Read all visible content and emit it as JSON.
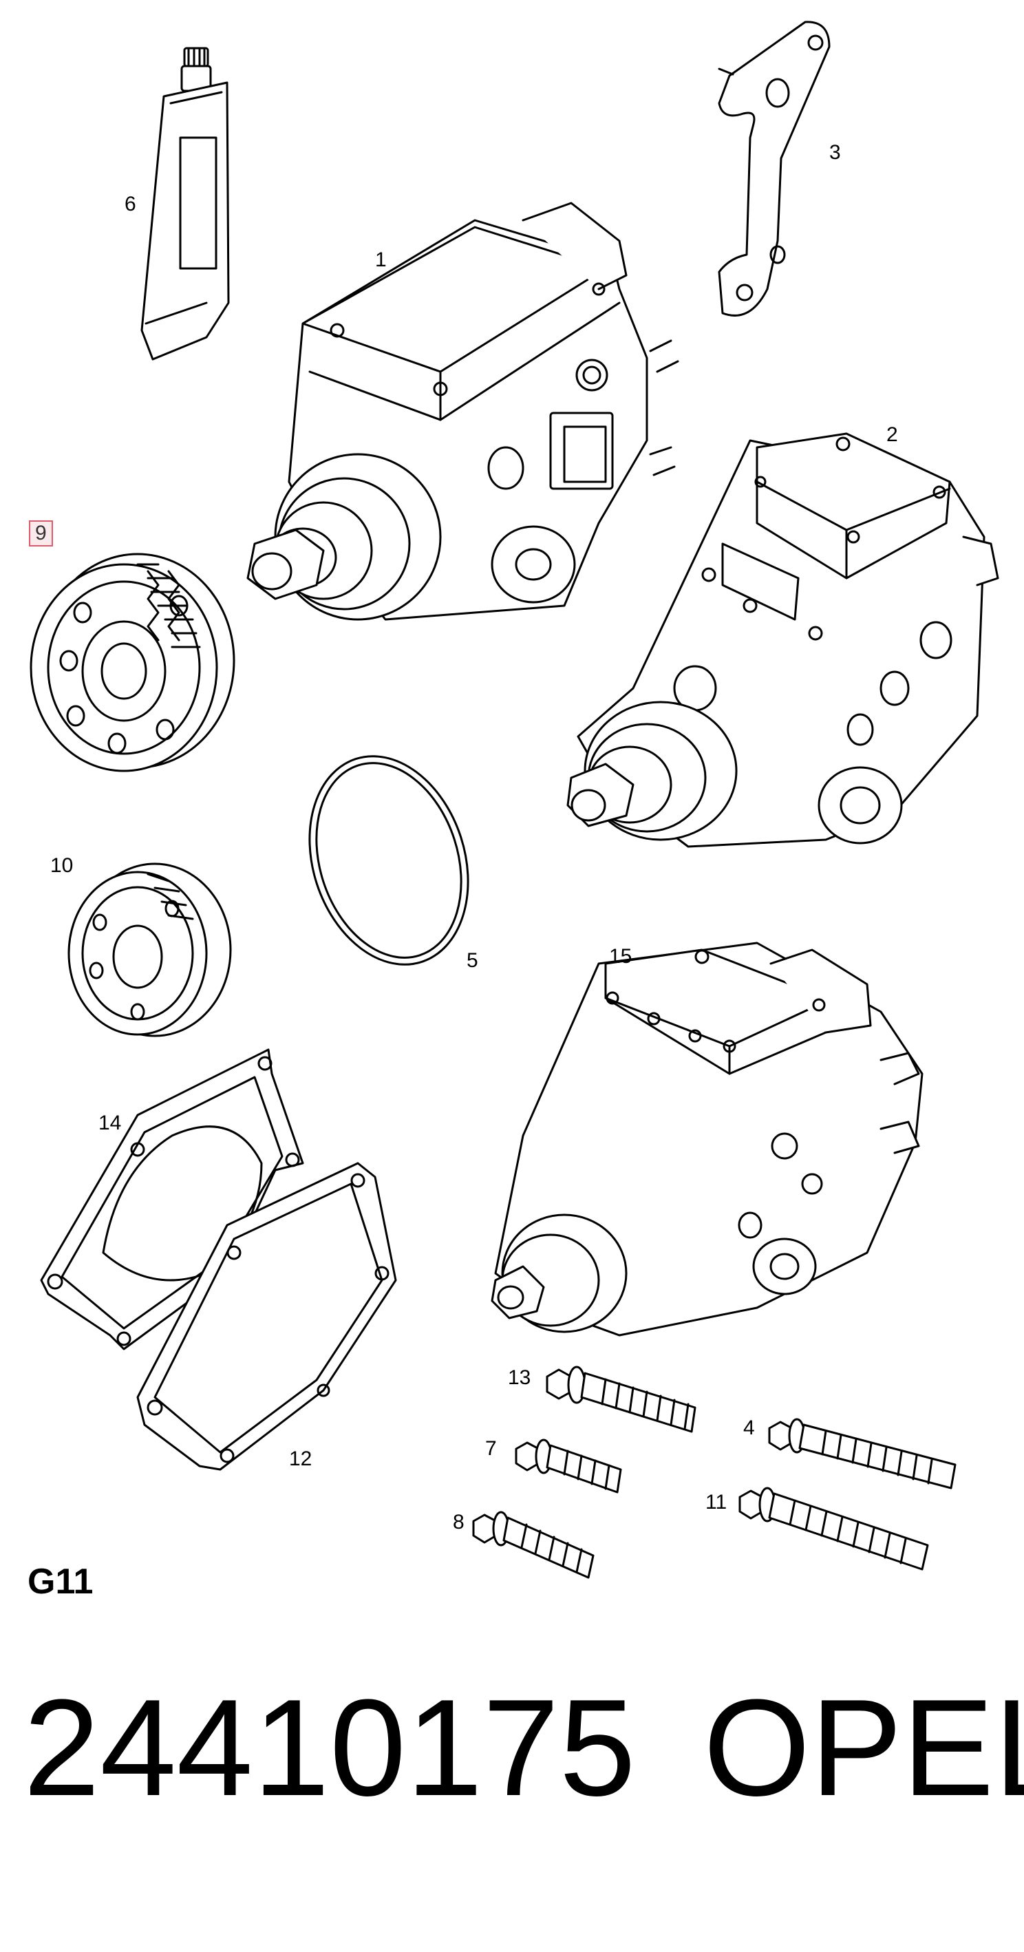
{
  "diagram": {
    "section_code": "G11",
    "part_number": "24410175",
    "brand": "OPEL",
    "highlighted_callout": "9",
    "callouts": {
      "c1": "1",
      "c2": "2",
      "c3": "3",
      "c4": "4",
      "c5": "5",
      "c6": "6",
      "c7": "7",
      "c8": "8",
      "c9": "9",
      "c10": "10",
      "c11": "11",
      "c12": "12",
      "c13": "13",
      "c14": "14",
      "c15": "15"
    },
    "parts": [
      {
        "id": "1",
        "kind": "injection-pump"
      },
      {
        "id": "2",
        "kind": "injection-pump"
      },
      {
        "id": "3",
        "kind": "bracket"
      },
      {
        "id": "4",
        "kind": "bolt"
      },
      {
        "id": "5",
        "kind": "o-ring"
      },
      {
        "id": "6",
        "kind": "sealant-tube"
      },
      {
        "id": "7",
        "kind": "bolt"
      },
      {
        "id": "8",
        "kind": "bolt"
      },
      {
        "id": "9",
        "kind": "pulley"
      },
      {
        "id": "10",
        "kind": "pulley"
      },
      {
        "id": "11",
        "kind": "bolt"
      },
      {
        "id": "12",
        "kind": "gasket"
      },
      {
        "id": "13",
        "kind": "bolt"
      },
      {
        "id": "14",
        "kind": "gasket"
      },
      {
        "id": "15",
        "kind": "injection-pump"
      }
    ]
  }
}
